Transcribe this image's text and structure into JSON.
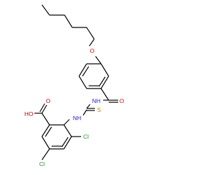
{
  "structure": {
    "colors": {
      "bond": "#000000",
      "oxygen": "#cc0000",
      "nitrogen": "#2222cc",
      "sulfur": "#b8860b",
      "chlorine": "#2e8b2e"
    },
    "atoms": [
      {
        "id": "ether_o",
        "label": "O",
        "element": "oxygen"
      },
      {
        "id": "carbonyl_o",
        "label": "O",
        "element": "oxygen"
      },
      {
        "id": "amide_nh",
        "label": "NH",
        "element": "nitrogen"
      },
      {
        "id": "thio_s",
        "label": "S",
        "element": "sulfur"
      },
      {
        "id": "thiourea_nh",
        "label": "NH",
        "element": "nitrogen"
      },
      {
        "id": "acid_o",
        "label": "O",
        "element": "oxygen"
      },
      {
        "id": "acid_oh",
        "label": "HO",
        "element": "oxygen"
      },
      {
        "id": "cl_3",
        "label": "Cl",
        "element": "chlorine"
      },
      {
        "id": "cl_5",
        "label": "Cl",
        "element": "chlorine"
      }
    ]
  }
}
